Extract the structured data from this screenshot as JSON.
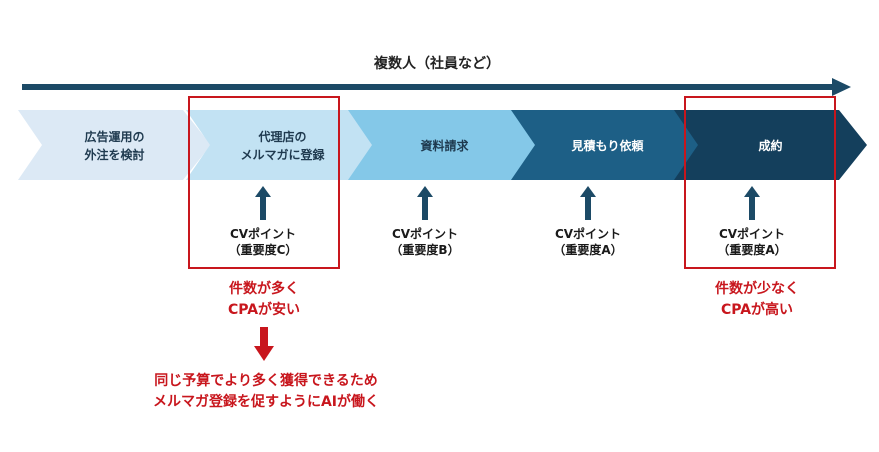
{
  "header": {
    "title": "複数人（社員など）"
  },
  "steps": [
    {
      "lines": [
        "広告運用の",
        "外注を検討"
      ],
      "fill": "#dce9f5",
      "text_color": "#1f3a4f"
    },
    {
      "lines": [
        "代理店の",
        "メルマガに登録"
      ],
      "fill": "#c2e2f3",
      "text_color": "#1f3a4f"
    },
    {
      "lines": [
        "資料請求"
      ],
      "fill": "#84c8e8",
      "text_color": "#1f3a4f"
    },
    {
      "lines": [
        "見積もり依頼"
      ],
      "fill": "#1d5f86",
      "text_color": "#ffffff"
    },
    {
      "lines": [
        "成約"
      ],
      "fill": "#143f5c",
      "text_color": "#ffffff"
    }
  ],
  "cv_points": [
    {
      "line1": "CVポイント",
      "line2": "（重要度C）"
    },
    {
      "line1": "CVポイント",
      "line2": "（重要度B）"
    },
    {
      "line1": "CVポイント",
      "line2": "（重要度A）"
    },
    {
      "line1": "CVポイント",
      "line2": "（重要度A）"
    }
  ],
  "notes": {
    "left": [
      "件数が多く",
      "CPAが安い"
    ],
    "right": [
      "件数が少なく",
      "CPAが高い"
    ],
    "bottom": [
      "同じ予算でより多く獲得できるため",
      "メルマガ登録を促すようにAIが働く"
    ]
  },
  "colors": {
    "arrow": "#1c4a66",
    "highlight": "#c8161d",
    "cv_text": "#1a1a1a",
    "title_text": "#222222"
  }
}
